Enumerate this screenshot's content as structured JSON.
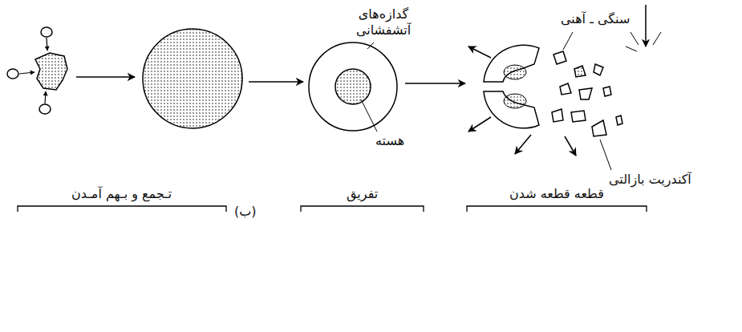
{
  "diagram": {
    "labels": [
      "گدازه‌های آتشفشانی",
      "سنگی ـ آهنی",
      "هسته",
      "آکندریت بازالتی",
      "تـجمع و بـهم آمـدن",
      "(ب)",
      "تفریق",
      "قطعه قطعه شدن"
    ]
  }
}
